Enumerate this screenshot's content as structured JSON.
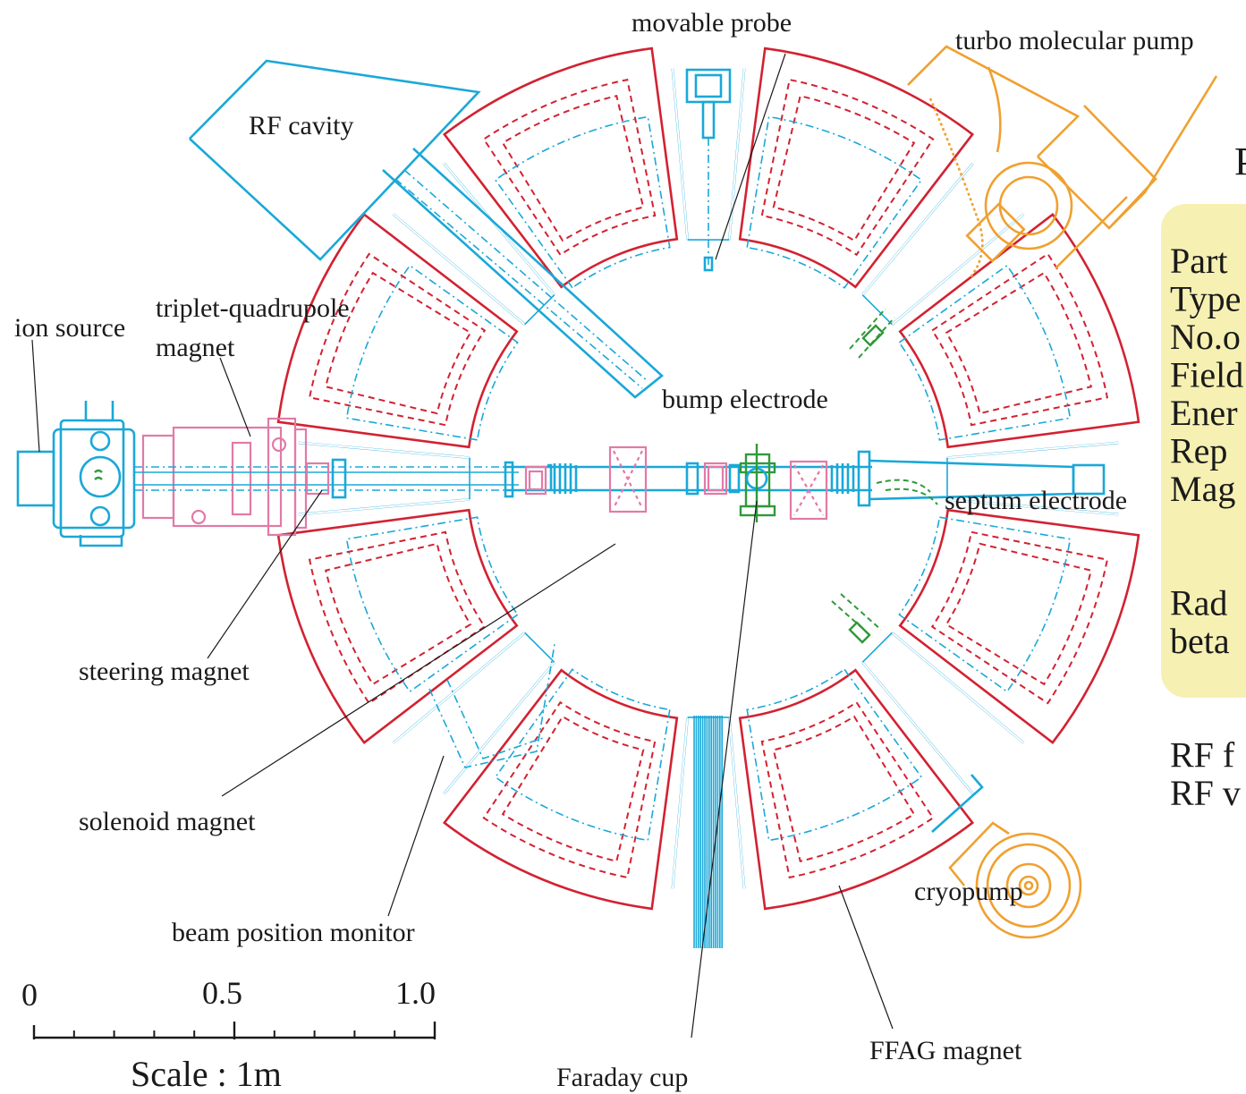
{
  "labels": {
    "movable_probe": "movable probe",
    "turbo_molecular_pump": "turbo molecular pump",
    "rf_cavity": "RF cavity",
    "ion_source": "ion source",
    "triplet_quadrupole_line1": "triplet-quadrupole",
    "triplet_quadrupole_line2": "magnet",
    "bump_electrode": "bump electrode",
    "septum_electrode": "septum electrode",
    "steering_magnet": "steering magnet",
    "solenoid_magnet": "solenoid magnet",
    "beam_position_monitor": "beam position monitor",
    "cryopump": "cryopump",
    "ffag_magnet": "FFAG magnet",
    "faraday_cup": "Faraday cup"
  },
  "scale": {
    "tick_0": "0",
    "tick_05": "0.5",
    "tick_10": "1.0",
    "caption": "Scale : 1m"
  },
  "panel": {
    "title": "P",
    "rows": [
      "Part",
      "Type",
      "No.o",
      "Field",
      "Ener",
      "Rep",
      "Mag",
      "",
      "",
      "Rad",
      "beta",
      "",
      "",
      "RF f",
      "RF v"
    ]
  },
  "colors": {
    "magnet": "#d22232",
    "vacuum_chamber": "#1aa8d8",
    "injection_line": "#e27aa6",
    "electrodes": "#2f9a3a",
    "pumps": "#f0a030",
    "panel_bg": "#f6f0b2"
  }
}
